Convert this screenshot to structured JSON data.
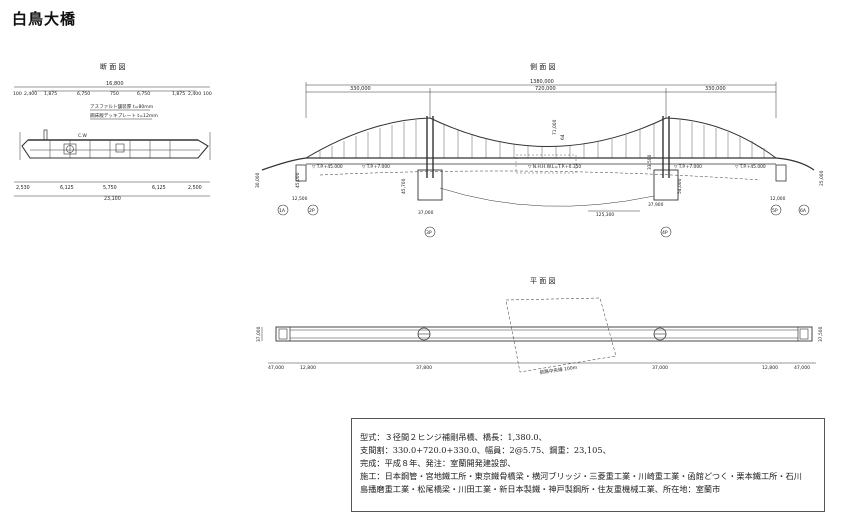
{
  "title": "白鳥大橋",
  "section": {
    "heading": "断 面 図",
    "top_total": "16,800",
    "top_dims": [
      "100",
      "2,400",
      "1,875",
      "6,750",
      "750",
      "6,750",
      "1,875",
      "2,400",
      "100"
    ],
    "note_asphalt": "アスファルト舗装厚 t=80mm",
    "note_deck": "鋼床版デッキプレート t=12mm",
    "label_center": "C.W",
    "bottom_dims": [
      "2,530",
      "6,125",
      "5,750",
      "6,125",
      "2,500"
    ],
    "bottom_total": "23,100"
  },
  "side": {
    "heading": "側 面 図",
    "total_length": "1380,000",
    "spans": [
      "330,000",
      "720,000",
      "330,000"
    ],
    "tower_height": "71,000",
    "sag": "64",
    "left_height": "30,000",
    "right_height": "25,000",
    "level_left": "▽ T.P.+45.000",
    "level_mid_left": "▽ T.P.+7.000",
    "level_center": "▽ N.H.H.W.L=T.P.+0.350",
    "level_mid_right": "▽ T.P.+7.000",
    "level_right": "▽ T.P.+45.000",
    "dim_a": "45,000",
    "dim_b": "12,500",
    "dim_c": "45,700",
    "dim_d": "37,000",
    "dim_e": "37,900",
    "dim_f": "54,000",
    "dim_g": "12,000",
    "dim_h": "33,500",
    "dim_i": "125,300",
    "piers": [
      "1A",
      "2P",
      "3P",
      "4P",
      "5P",
      "6A"
    ]
  },
  "plan": {
    "heading": "平 面 図",
    "width": "37,000",
    "dims": [
      "47,000",
      "12,800",
      "37,800",
      "37,000",
      "12,800",
      "47,000"
    ],
    "right_width": "37,500",
    "channel": "航路中央線 100m"
  },
  "notes": {
    "line1": "型式：３径間２ヒンジ補剛吊橋、橋長：1,380.0、",
    "line2": "支間割：330.0+720.0+330.0、幅員：2@5.75、鋼重：23,105、",
    "line3": "完成：平成８年、発注：室蘭開発建設部、",
    "line4": "施工：日本鋼管・宮地鐵工所・東京鐵骨橋梁・横河ブリッジ・三菱重工業・川崎重工業・函館どつく・栗本鐵工所・石川",
    "line5": "島播磨重工業・松尾橋梁・川田工業・新日本製鐵・神戸製鋼所・住友重機械工業、所在地：室蘭市"
  }
}
